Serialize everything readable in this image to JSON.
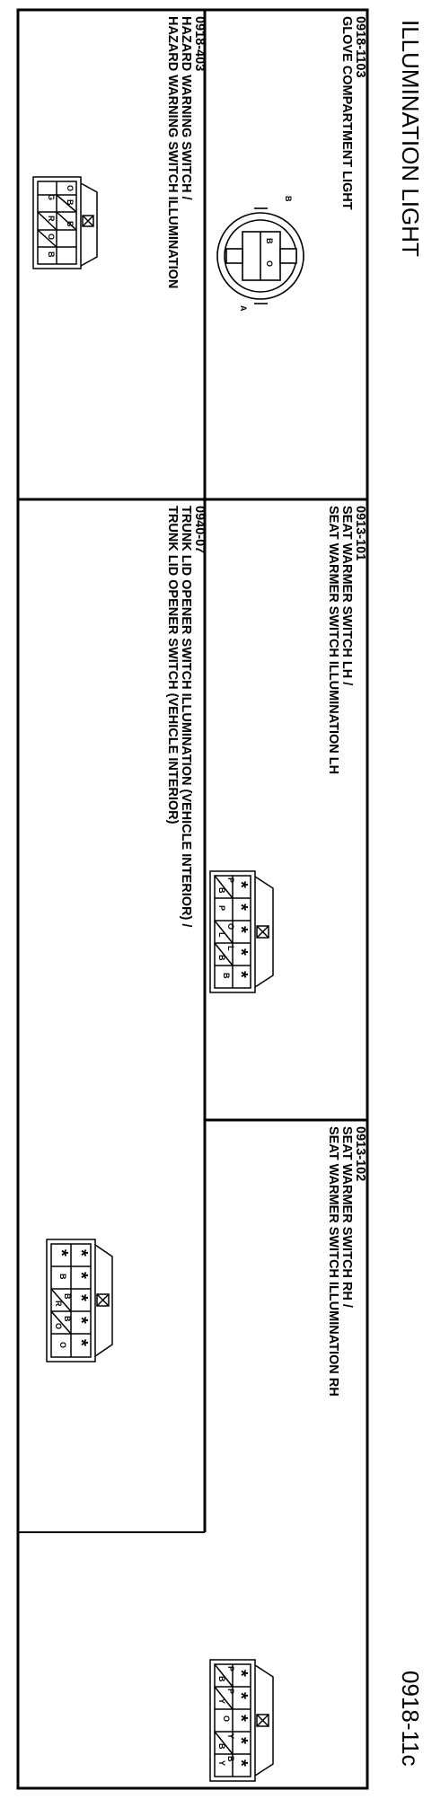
{
  "page": {
    "title": "ILLUMINATION LIGHT",
    "page_code": "0918-11c"
  },
  "connectors": [
    {
      "id": "0918-1103",
      "lines": [
        "GLOVE COMPARTMENT LIGHT"
      ],
      "side_labels": [
        "B",
        "A"
      ],
      "pins": [
        "B",
        "O"
      ]
    },
    {
      "id": "0918-403",
      "lines": [
        "HAZARD WARNING SWITCH /",
        "HAZARD WARNING SWITCH ILLUMINATION"
      ],
      "pins": [
        "O",
        "G",
        "B",
        "R",
        "B",
        "O",
        "B"
      ]
    },
    {
      "id": "0913-101",
      "lines": [
        "SEAT WARMER SWITCH LH /",
        "SEAT WARMER SWITCH ILLUMINATION LH"
      ],
      "pins_top": [
        "*",
        "*",
        "*",
        "*",
        "*"
      ],
      "pins_bottom": [
        "P",
        "B",
        "P",
        "O",
        "L",
        "L",
        "B",
        "B"
      ]
    },
    {
      "id": "0940-07",
      "lines": [
        "TRUNK LID OPENER SWITCH ILLUMINATION (VEHICLE INTERIOR) /",
        "TRUNK LID OPENER SWITCH (VEHICLE INTERIOR)"
      ],
      "pins_top": [
        "*",
        "*",
        "*",
        "*",
        "*"
      ],
      "pins_bottom": [
        "*",
        "B",
        "B",
        "R",
        "B",
        "O",
        "O"
      ]
    },
    {
      "id": "0913-102",
      "lines": [
        "SEAT WARMER SWITCH RH /",
        "SEAT WARMER SWITCH ILLUMINATION RH"
      ],
      "pins_top": [
        "*",
        "*",
        "*",
        "*",
        "*"
      ],
      "pins_bottom": [
        "P",
        "B",
        "P",
        "Y",
        "O",
        "Y",
        "B",
        "Y",
        "B"
      ]
    }
  ]
}
